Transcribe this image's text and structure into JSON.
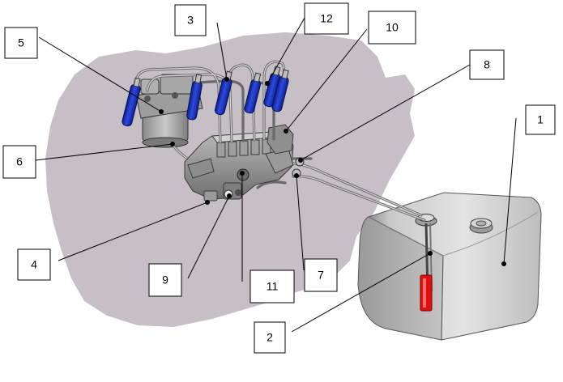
{
  "colors": {
    "engine_silhouette": "#c6c0c6",
    "injector_blue": "#1b2fb8",
    "float_red": "#e01010",
    "tank_gray": "#d0d0d0"
  },
  "callouts": [
    {
      "id": "c1",
      "text": "1"
    },
    {
      "id": "c2",
      "text": "2"
    },
    {
      "id": "c3",
      "text": "3"
    },
    {
      "id": "c4",
      "text": "4"
    },
    {
      "id": "c5",
      "text": "5"
    },
    {
      "id": "c6",
      "text": "6"
    },
    {
      "id": "c7",
      "text": "7"
    },
    {
      "id": "c8",
      "text": "8"
    },
    {
      "id": "c9",
      "text": "9"
    },
    {
      "id": "c10",
      "text": "10"
    },
    {
      "id": "c11",
      "text": "11"
    },
    {
      "id": "c12",
      "text": "12"
    }
  ]
}
